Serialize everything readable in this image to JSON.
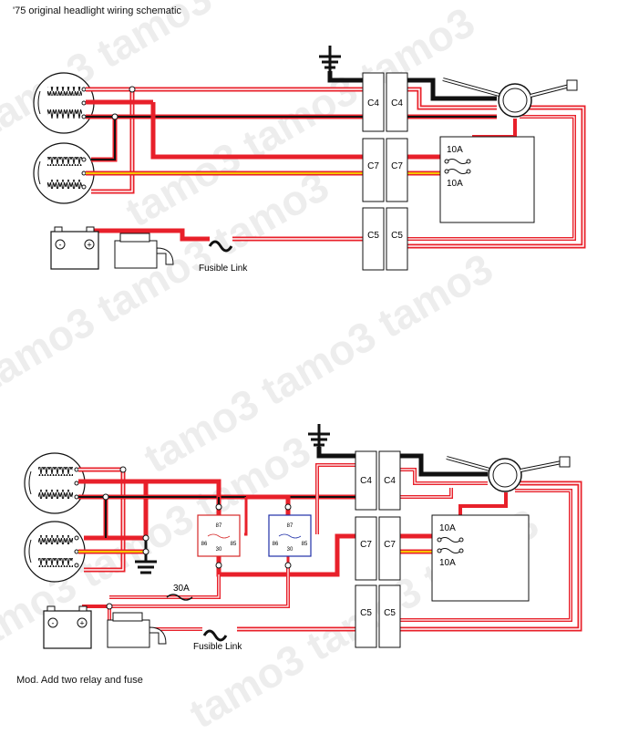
{
  "captions": {
    "top": "'75 original headlight wiring schematic",
    "bottom": "Mod. Add two relay and fuse"
  },
  "watermark": "tamo3 tamo3 tamo3",
  "top": {
    "conn_c4": "C4",
    "conn_c7": "C7",
    "conn_c5": "C5",
    "fuse_upper": "10A",
    "fuse_lower": "10A",
    "fusible_link": "Fusible Link",
    "battery_neg": "-",
    "battery_pos": "+"
  },
  "bottom": {
    "conn_c4": "C4",
    "conn_c7": "C7",
    "conn_c5": "C5",
    "fuse_upper": "10A",
    "fuse_lower": "10A",
    "fusible_link": "Fusible Link",
    "inline_fuse": "30A",
    "battery_neg": "-",
    "battery_pos": "+",
    "relay_pins": [
      "87",
      "86",
      "30",
      "85"
    ]
  },
  "colors": {
    "red": "#e8202a",
    "black": "#111111",
    "yellow": "#f5c400",
    "relay_left": "#d62828",
    "relay_right": "#2030a8"
  }
}
